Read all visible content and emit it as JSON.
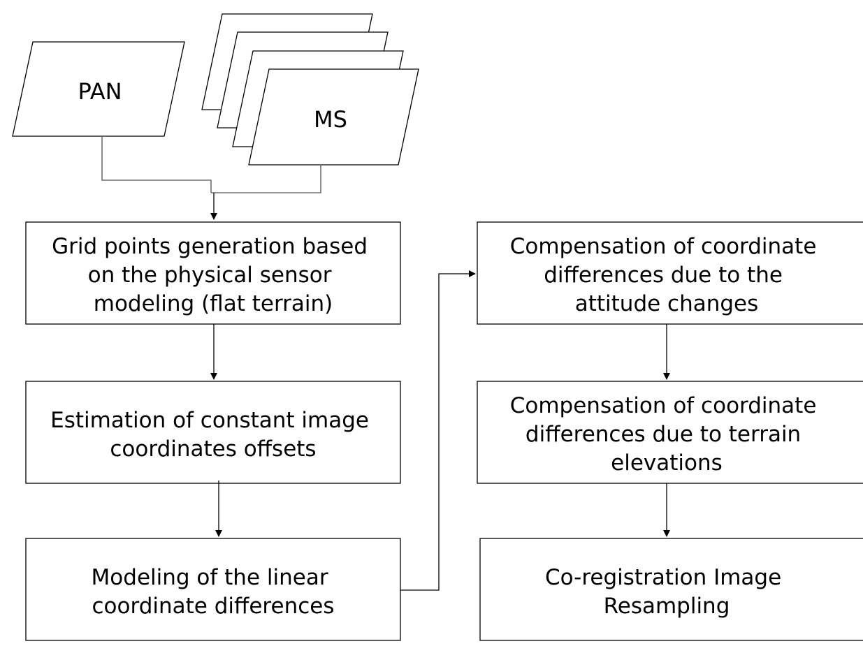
{
  "inputs": {
    "pan": "PAN",
    "ms": "MS"
  },
  "steps": {
    "grid": [
      "Grid points generation based",
      "on the physical sensor",
      "modeling (flat terrain)"
    ],
    "estimation": [
      "Estimation of constant image",
      "coordinates offsets"
    ],
    "modeling": [
      "Modeling of the linear",
      "coordinate differences"
    ],
    "attitude": [
      "Compensation of coordinate",
      "differences due to the",
      "attitude changes"
    ],
    "terrain": [
      "Compensation of coordinate",
      "differences due to terrain",
      "elevations"
    ],
    "coregistration": [
      "Co-registration Image",
      "Resampling"
    ]
  }
}
